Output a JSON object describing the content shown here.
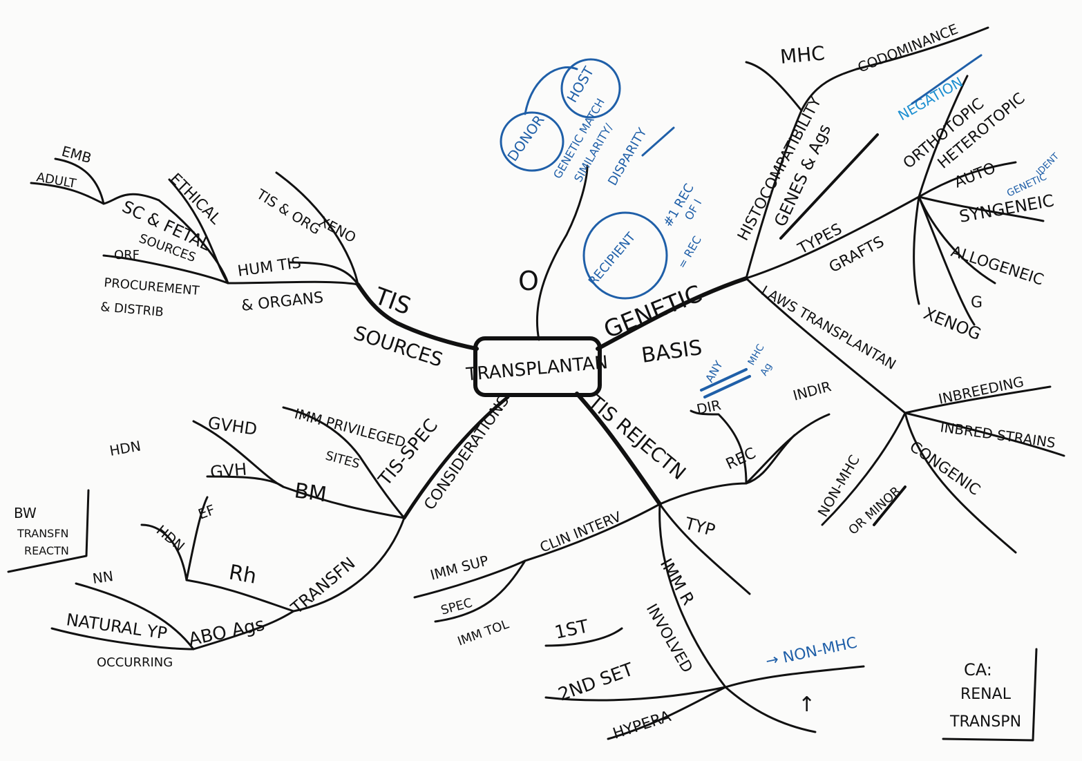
{
  "center": "TRANSPLANTAN",
  "nodes": {
    "o_mark": "O",
    "tis_sources": [
      "TIS",
      "SOURCES"
    ],
    "hum_tis": [
      "HUM TIS",
      "& ORGANS"
    ],
    "sc_fetal": [
      "SC & FETAL",
      "SOURCES"
    ],
    "emb": "EMB",
    "adult": "ADULT",
    "ethical": "ETHICAL",
    "procurement": [
      "ORF",
      "PROCUREMENT",
      "& DISTRIB"
    ],
    "xeno": [
      "XENO",
      "TIS & ORG"
    ],
    "genetic_basis": [
      "GENETIC",
      "BASIS"
    ],
    "histocompat": "HISTOCOMPATIBILITY",
    "mhc": "MHC",
    "codominance": "CODOMINANCE",
    "genes_ags": "GENES & Ags",
    "types": "TYPES",
    "grafts": "GRAFTS",
    "orthotopic": "ORTHOTOPIC",
    "heterotopic": "HETEROTOPIC",
    "auto": "AUTO",
    "syngeneic": "SYNGENEIC",
    "allogeneic": "ALLOGENEIC",
    "g": "G",
    "xenog": "XENOG",
    "laws": "LAWS TRANSPLANTAN",
    "inbreeding": "INBREEDING",
    "inbred": "INBRED STRAINS",
    "congenic": "CONGENIC",
    "non_mhc": "NON-MHC",
    "or_minor": "OR MINOR",
    "tis_rejection": "TIS REJECTN",
    "rec": "REC",
    "dir": "DIR",
    "indir": "INDIR",
    "typ": "TYP",
    "immunol_involved": [
      "IMM R",
      "INVOLVED"
    ],
    "hyperacute": "HYPERA",
    "second_set": "2ND SET",
    "first_set": "1ST",
    "arrow_up": "↑",
    "clin_interv": "CLIN INTERV",
    "imm_sup": "IMM SUP",
    "spec_imm_tol": [
      "SPEC",
      "IMM TOL"
    ],
    "tis_spec": [
      "TIS-SPEC",
      "CONSIDERATIONS"
    ],
    "imm_privileged": [
      "IMM PRIVILEGED",
      "SITES"
    ],
    "gvhd": "GVHD",
    "gvh": "GVH",
    "bm": "BM",
    "transfn": "TRANSFN",
    "hdn_side": "HDN",
    "hdn": "HDN",
    "ef": "EF",
    "rh": "Rh",
    "abo": "ABO Ags",
    "nn": "NN",
    "natural": "NATURAL YP",
    "occurring": "OCCURRING",
    "bw_box": [
      "BW",
      "TRANSFN",
      "REACTN"
    ],
    "ca_box": [
      "CA:",
      "RENAL",
      "TRANSPN"
    ]
  },
  "blue_notes": {
    "donor": "DONOR",
    "host": "HOST",
    "genetic_match": [
      "GENETIC MATCH",
      "SIMILARITY/",
      "DISPARITY"
    ],
    "recipient": "RECIPIENT",
    "recip_notes": [
      "#1 REC",
      "OF I",
      "= REC"
    ],
    "any_mhc": [
      "ANY",
      "MHC",
      "Ag"
    ],
    "non_mhc_blue": "→ NON-MHC",
    "negation": "NEGATION",
    "genetic_ident": [
      "GENETIC",
      "IDENT"
    ]
  },
  "colors": {
    "ink": "#111111",
    "blue": "#1f5fa8",
    "light_blue": "#1c8fd1",
    "paper": "#fbfbfa"
  }
}
